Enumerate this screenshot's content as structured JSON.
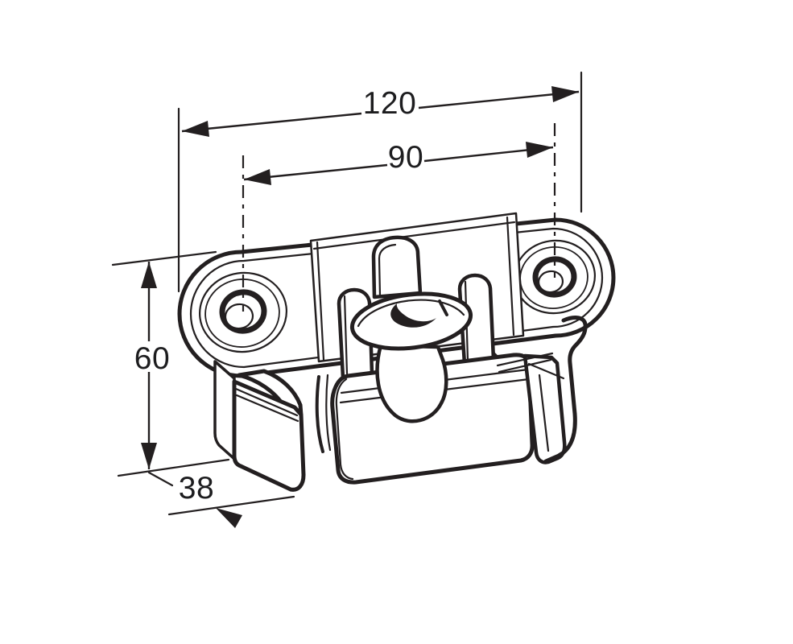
{
  "drawing": {
    "background_color": "#ffffff",
    "stroke_color": "#231f20",
    "description": "Isometric line drawing of a latch mounting bracket with two counterbored mounting holes, a central oval turn-knob latch and a lower latch bar",
    "dimensions": {
      "overall_width": "120",
      "hole_spacing": "90",
      "height": "60",
      "depth": "38"
    }
  }
}
